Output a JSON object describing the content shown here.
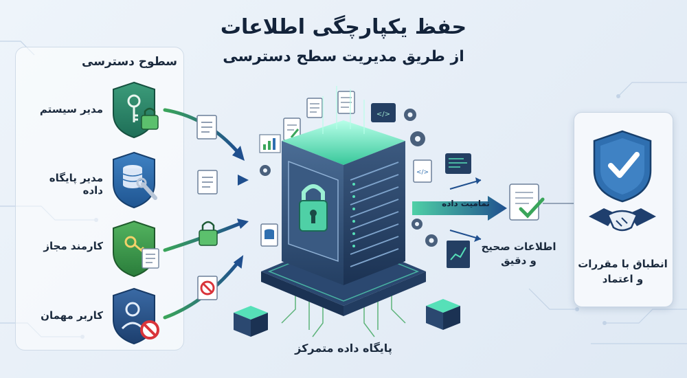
{
  "title": "حفظ یکپارچگی اطلاعات",
  "subtitle": "از طریق مدیریت سطح دسترسی",
  "access_levels": {
    "title": "سطوح دسترسی",
    "roles": [
      {
        "label": "مدیر سیستم",
        "icon": "shield-key-lock-icon",
        "color": "#2e8b6f"
      },
      {
        "label": "مدیر پایگاه داده",
        "icon": "shield-database-wrench-icon",
        "color": "#2f6fb0"
      },
      {
        "label": "کارمند مجاز",
        "icon": "shield-key-document-icon",
        "color": "#3a9a4a"
      },
      {
        "label": "کاربر مهمان",
        "icon": "shield-user-blocked-icon",
        "color": "#2f5f9a"
      }
    ]
  },
  "center": {
    "caption": "پایگاه داده متمرکز",
    "integrity_label": "تمامیت داده"
  },
  "output": {
    "label": "اطلاعات صحیح و دقیق"
  },
  "result": {
    "label": "انطباق با مقررات و اعتماد"
  },
  "colors": {
    "navy": "#1f3f6e",
    "green": "#3aa55a",
    "teal": "#22b3a0",
    "server_glow": "#56e0b8"
  }
}
